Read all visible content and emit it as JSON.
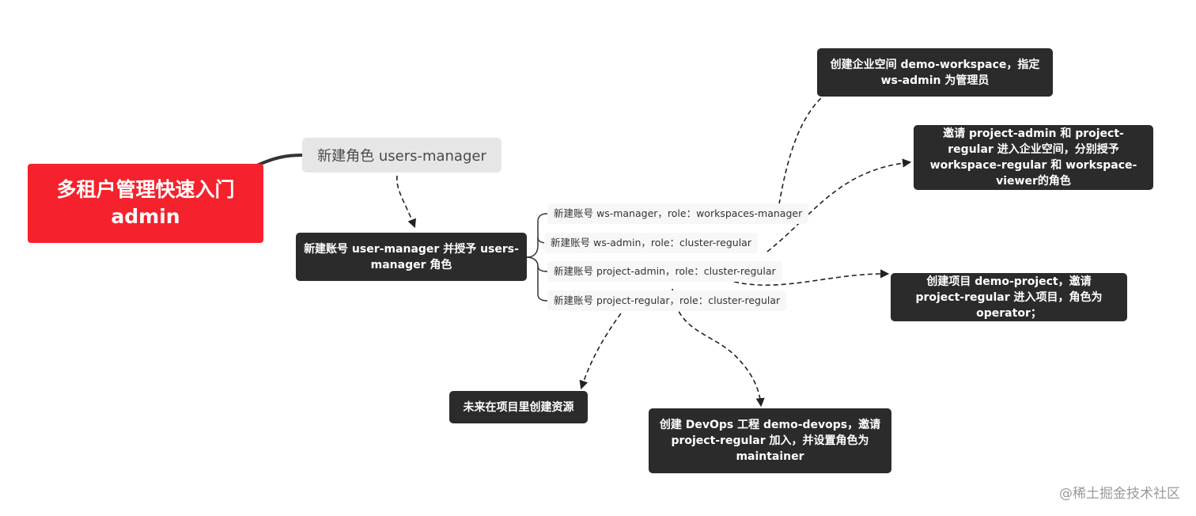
{
  "root": {
    "line1": "多租户管理快速入门",
    "line2": "admin"
  },
  "role_node": "新建角色 users-manager",
  "user_manager_node": "新建账号 user-manager 并授予 users-manager 角色",
  "accounts": [
    "新建账号 ws-manager，role：workspaces-manager",
    "新建账号 ws-admin，role：cluster-regular",
    "新建账号 project-admin，role：cluster-regular",
    "新建账号 project-regular，role：cluster-regular"
  ],
  "steps": {
    "workspace": "创建企业空间 demo-workspace，指定 ws-admin 为管理员",
    "invite": "邀请 project-admin 和 project-regular 进入企业空间，分别授予 workspace-regular 和 workspace-viewer的角色",
    "project": "创建项目 demo-project，邀请 project-regular 进入项目，角色为 operator；",
    "resources": "未来在项目里创建资源",
    "devops": "创建 DevOps 工程 demo-devops，邀请 project-regular 加入，并设置角色为 maintainer"
  },
  "watermark": "@稀土掘金技术社区",
  "colors": {
    "root": "#f5222d",
    "dark_node": "#2b2b2b",
    "role_node": "#e6e6e6",
    "leaf": "#f7f7f7",
    "connector": "#333333"
  }
}
